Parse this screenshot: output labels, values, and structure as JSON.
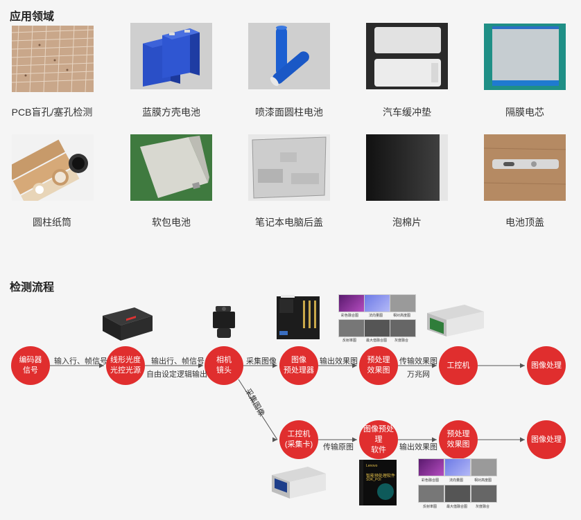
{
  "sections": {
    "applications_title": "应用领域",
    "flow_title": "检测流程"
  },
  "applications": [
    {
      "label": "PCB盲孔/塞孔检测",
      "icon": "pcb-board-image"
    },
    {
      "label": "蓝膜方壳电池",
      "icon": "prismatic-battery-image"
    },
    {
      "label": "喷漆面圆柱电池",
      "icon": "cylindrical-battery-image"
    },
    {
      "label": "汽车缓冲垫",
      "icon": "car-cushion-image"
    },
    {
      "label": "隔膜电芯",
      "icon": "separator-cell-image"
    },
    {
      "label": "圆柱纸筒",
      "icon": "paper-tube-image"
    },
    {
      "label": "软包电池",
      "icon": "pouch-battery-image"
    },
    {
      "label": "笔记本电脑后盖",
      "icon": "laptop-cover-image"
    },
    {
      "label": "泡棉片",
      "icon": "foam-sheet-image"
    },
    {
      "label": "电池顶盖",
      "icon": "battery-cap-image"
    }
  ],
  "flow": {
    "nodes": {
      "encoder": "编码器\n信号",
      "light": "线形光度\n光控光源",
      "camera": "相机\n镜头",
      "preprocessor": "图像\n预处理器",
      "preview1": "预处理\n效果图",
      "ipc1": "工控机",
      "process1": "图像处理",
      "ipc2": "工控机\n(采集卡)",
      "software": "图像预处理\n软件",
      "preview2": "预处理\n效果图",
      "process2": "图像处理"
    },
    "labels": {
      "l1": "输入行、帧信号",
      "l2a": "输出行、帧信号",
      "l2b": "自由设定逻辑输出",
      "l3": "采集图像",
      "l4": "输出效果图",
      "l5a": "传输效果图",
      "l5b": "万兆网",
      "diag": "采集图像",
      "l6": "传输原图",
      "l7": "输出效果图"
    },
    "top_result_captions": [
      "彩色融合图",
      "法向量图",
      "相对高度图",
      "反射率图",
      "最大值融合图",
      "灰度融合"
    ],
    "bottom_result_captions": [
      "彩色融合图",
      "法向量图",
      "相对高度图",
      "反射率图",
      "最大值融合图",
      "灰度融合"
    ],
    "software_box": {
      "title": "智能预处理软件",
      "subtitle": "SDK_POI",
      "brand": "Lenovo"
    }
  },
  "colors": {
    "node": "#e02e2e",
    "line": "#555555",
    "background": "#f5f5f5"
  }
}
